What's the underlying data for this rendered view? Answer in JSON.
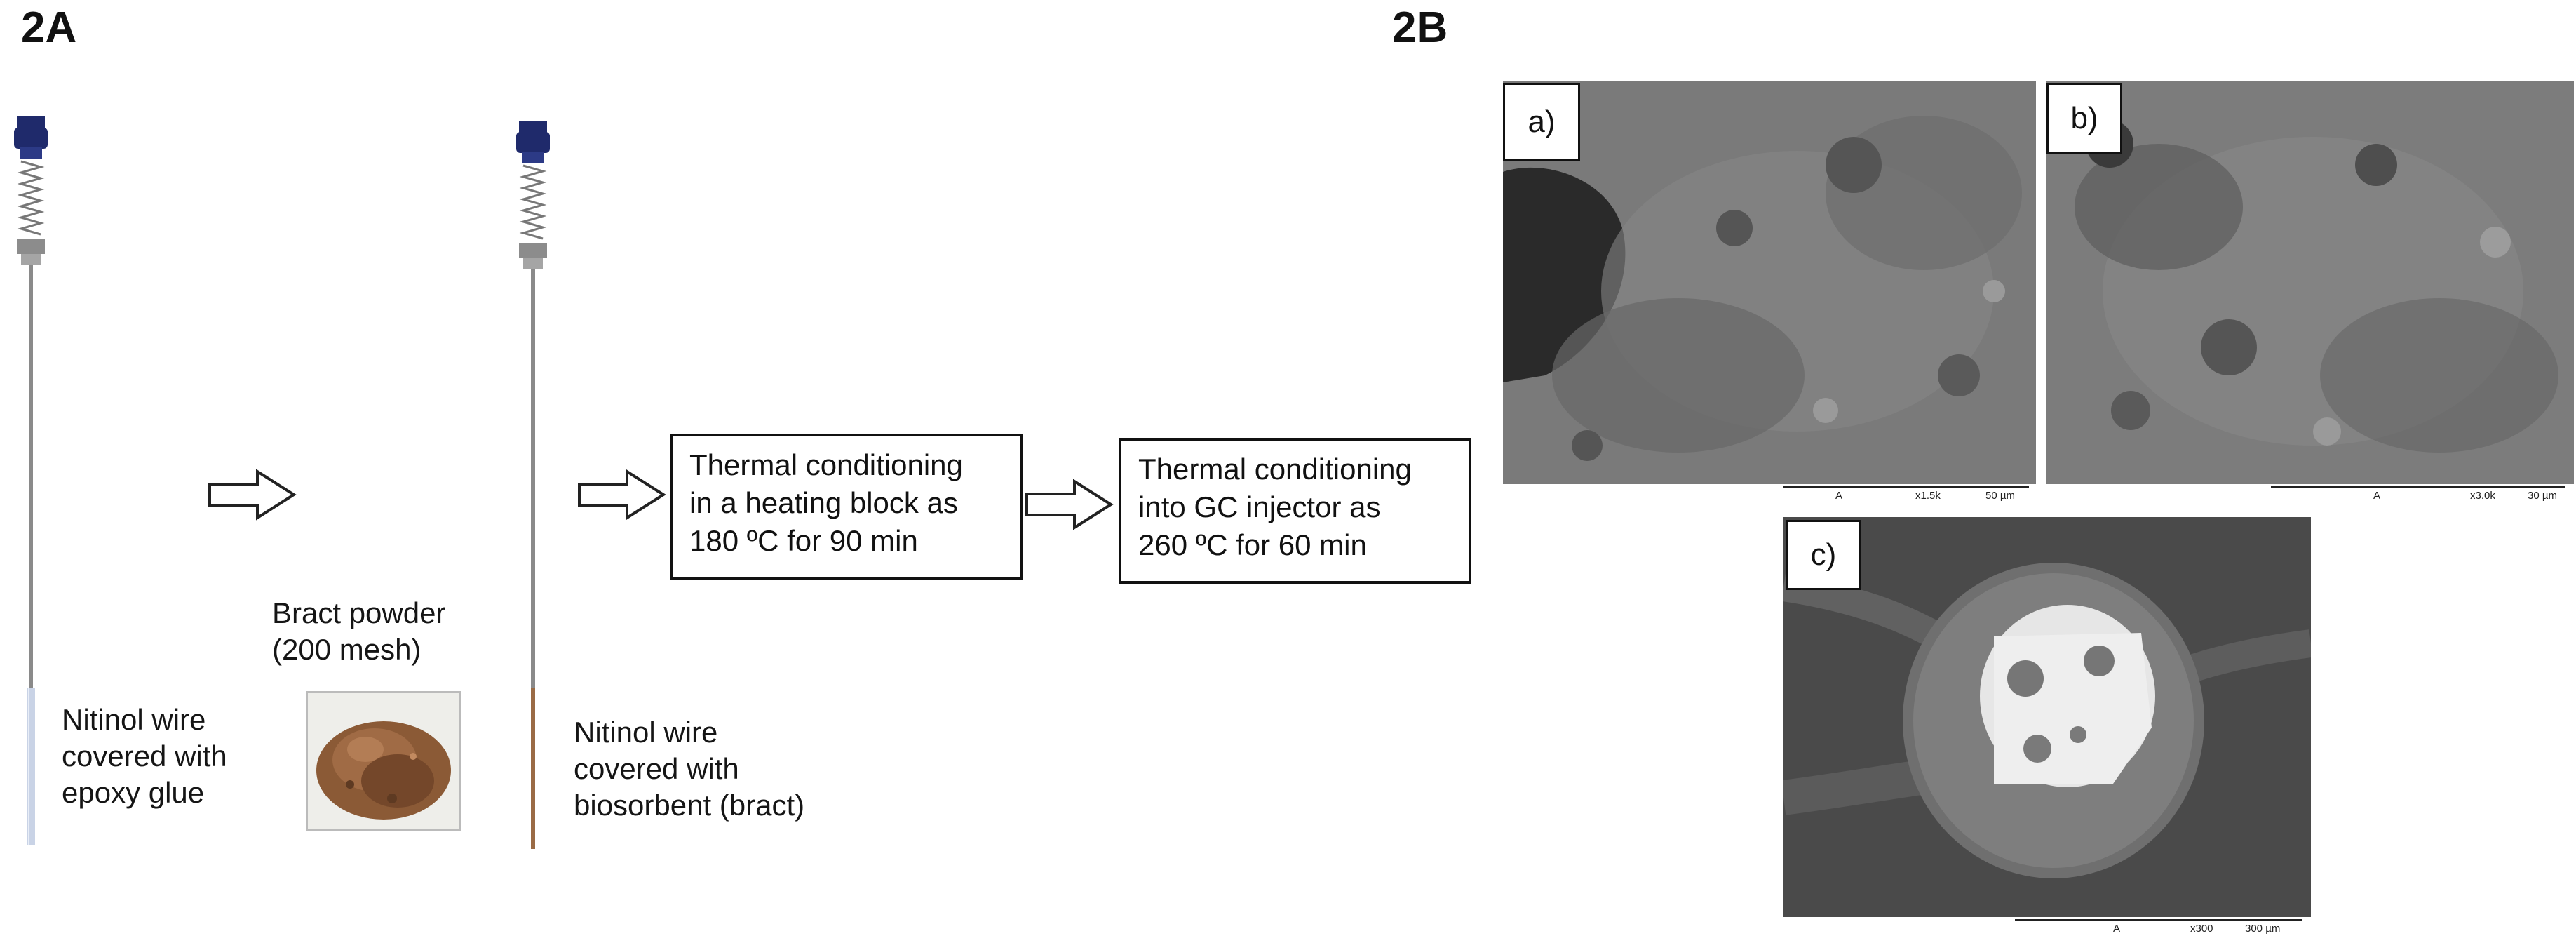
{
  "panels": {
    "a_label": "2A",
    "b_label": "2B"
  },
  "panel_2a": {
    "wire1_caption": "Nitinol wire\ncovered with\nepoxy glue",
    "powder_caption": "Bract powder\n(200 mesh)",
    "wire2_caption": "Nitinol wire\ncovered with\nbiosorbent (bract)",
    "step1": "Thermal conditioning\nin a heating block as\n180 ºC for 90 min",
    "step2": "Thermal conditioning\ninto GC injector as\n260 ºC for 60 min"
  },
  "panel_2b": {
    "images": [
      {
        "label": "a)",
        "scale_mode": "A",
        "magnification": "x1.5k",
        "scale": "50 µm"
      },
      {
        "label": "b)",
        "scale_mode": "A",
        "magnification": "x3.0k",
        "scale": "30 µm"
      },
      {
        "label": "c)",
        "scale_mode": "A",
        "magnification": "x300",
        "scale": "300 µm"
      }
    ]
  },
  "colors": {
    "fiber_cap": "#1f2a6b",
    "wire": "#8a8a8a",
    "coating_epoxy": "#c9d3e6",
    "coating_bract": "#9a6b45",
    "powder": "#8b5a36",
    "sem_background": "#6e6e6e"
  }
}
